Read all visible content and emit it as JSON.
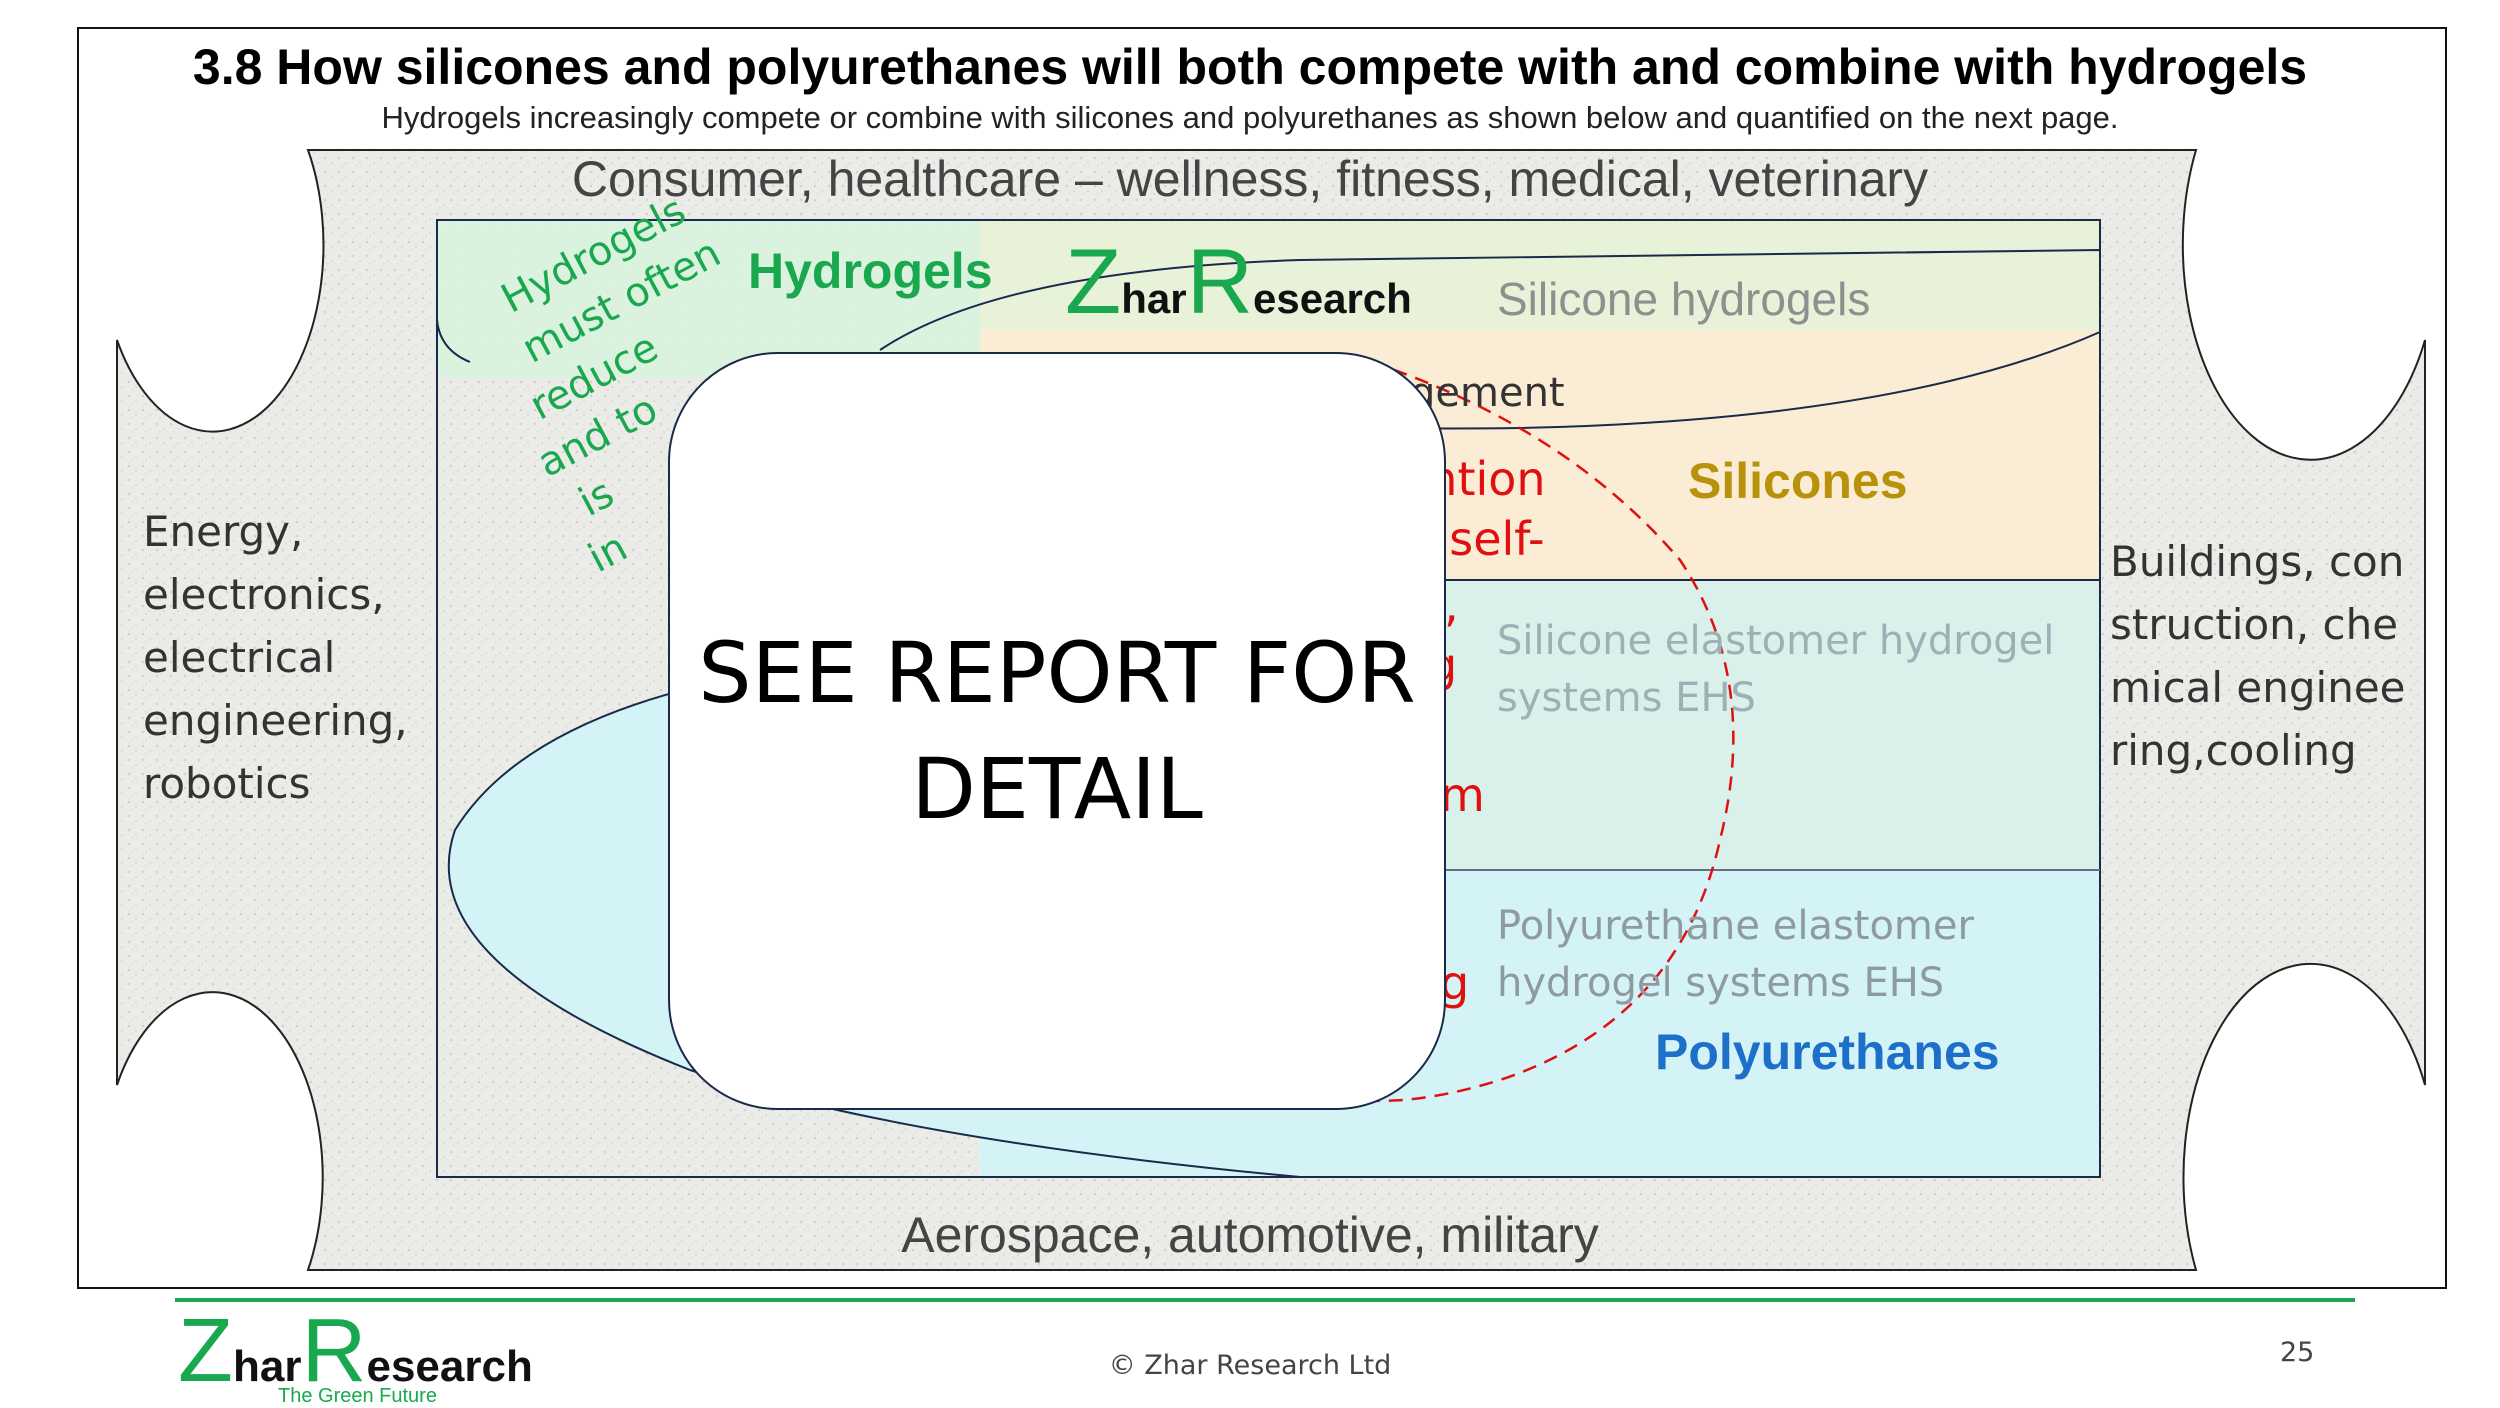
{
  "title": "3.8 How silicones and polyurethanes will both compete with and combine with hydrogels",
  "subtitle": "Hydrogels increasingly compete or combine with silicones and polyurethanes as shown below and quantified on the next page.",
  "regions": {
    "top": "Consumer, healthcare – wellness, fitness, medical, veterinary",
    "bottom": "Aerospace, automotive, military",
    "left": "Energy, electronics, electrical engineering, robotics",
    "right": "Buildings, construction, chemical engineering,cooling"
  },
  "labels": {
    "hydrogels": "Hydrogels",
    "silicone_hydrogels": "Silicone hydrogels",
    "silicones": "Silicones",
    "polyurethanes": "Polyurethanes",
    "silicone_ehs": "Silicone elastomer hydrogel systems EHS",
    "polyurethane_ehs": "Polyurethane elastomer hydrogel systems EHS"
  },
  "fragments": {
    "gement": "gement",
    "ention": "ention",
    "self": ", self-",
    "s": "s,",
    "g1": "g",
    "m": "m",
    "g2": "g",
    "rot1": "Hydrogels",
    "rot2": "must often",
    "rot3": "reduce",
    "rot4": "and to",
    "rot5": "is",
    "rot6": "in"
  },
  "overlay": {
    "text": "SEE REPORT FOR\nDETAIL"
  },
  "logo": {
    "z": "Z",
    "har": "har",
    "r": "R",
    "esearch": "esearch",
    "tagline": "The Green Future"
  },
  "footer": {
    "copyright": "© Zhar Research Ltd",
    "page": "25"
  },
  "colors": {
    "hydrogel_green": "#1aa84f",
    "silicone_gold": "#b8920a",
    "polyurethane_blue": "#1d6fc9",
    "dashed_red": "#e01010",
    "hydrogel_fill": "#d9f2dd",
    "silicone_fill": "#fbecd6",
    "silicone_ehs_fill": "#d9f1ea",
    "polyurethane_fill": "#d3f3f7",
    "stone_fill": "#ebebe8"
  }
}
